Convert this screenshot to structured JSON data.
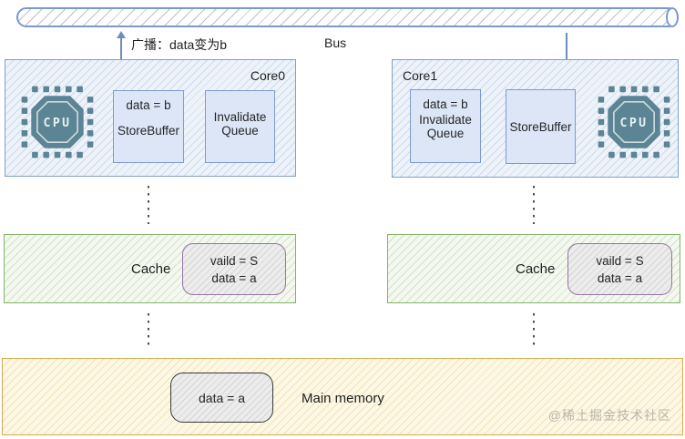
{
  "bus": {
    "label": "Bus",
    "broadcast_label": "广播：data变为b"
  },
  "cpu_label": "CPU",
  "core0": {
    "label": "Core0",
    "store_buffer": {
      "value": "data = b",
      "label": "StoreBuffer"
    },
    "invalidate_queue": {
      "line1": "Invalidate",
      "line2": "Queue"
    }
  },
  "core1": {
    "label": "Core1",
    "invalidate_queue": {
      "value": "data = b",
      "line1": "Invalidate",
      "line2": "Queue"
    },
    "store_buffer": {
      "label": "StoreBuffer"
    }
  },
  "cache_left": {
    "label": "Cache",
    "line": {
      "valid": "vaild = S",
      "data": "data = a"
    }
  },
  "cache_right": {
    "label": "Cache",
    "line": {
      "valid": "vaild = S",
      "data": "data = a"
    }
  },
  "main_memory": {
    "label": "Main memory",
    "value": "data = a"
  },
  "watermark": "@稀土掘金技术社区",
  "colors": {
    "core_border": "#7ba1d0",
    "bus_border": "#7a99d4",
    "cache_border": "#84b266",
    "cache_line_border": "#9673a6",
    "memory_border": "#d2ab4e",
    "arrow": "#6c8ebf",
    "chip": "#5b8494"
  }
}
